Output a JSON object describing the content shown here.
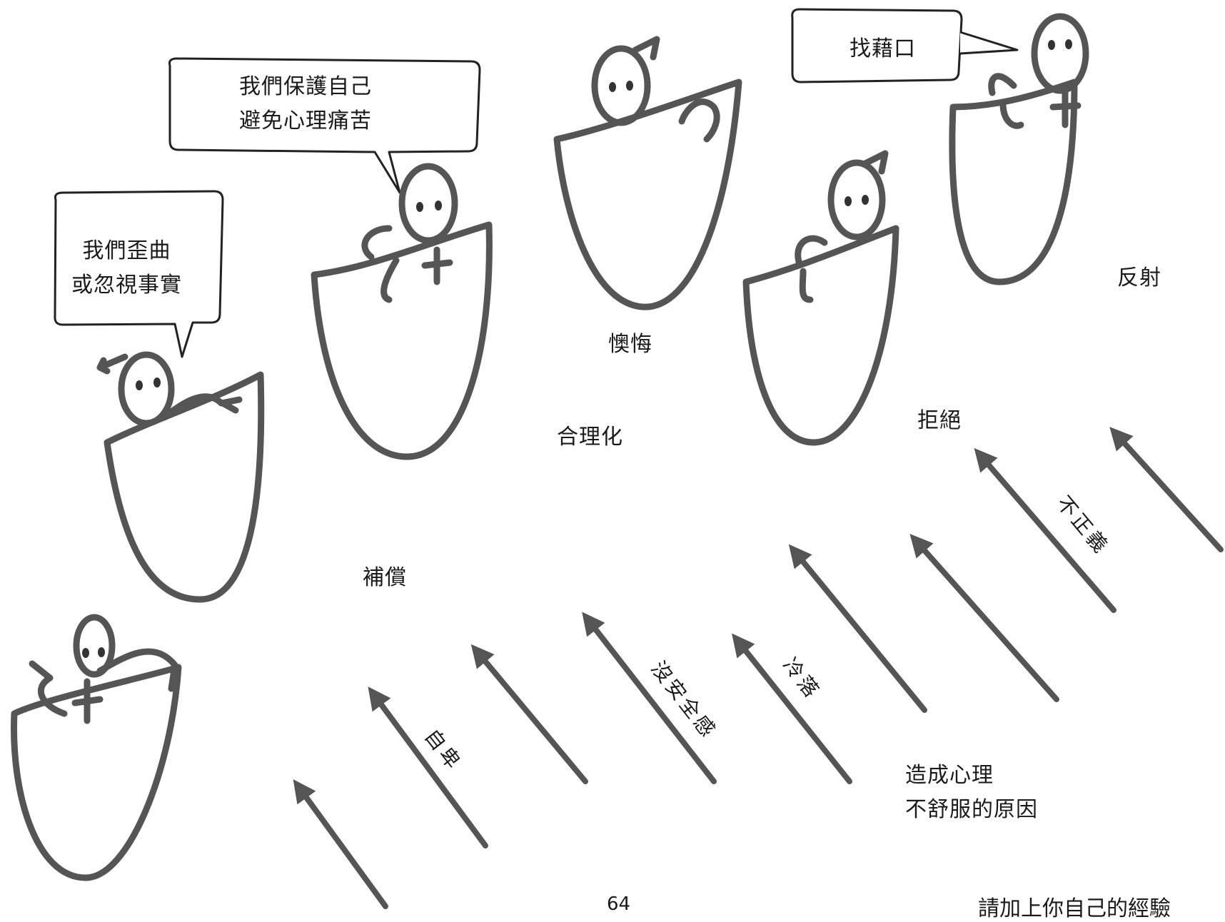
{
  "bubbles": {
    "distort": [
      "我們歪曲",
      "或忽視事實"
    ],
    "protect": [
      "我們保護自己",
      "避免心理痛苦"
    ],
    "excuse": "找藉口"
  },
  "labels": {
    "compensation": "補償",
    "rationalization": "合理化",
    "regret": "懊悔",
    "denial": "拒絕",
    "projection": "反射",
    "causes_line1": "造成心理",
    "causes_line2": "不舒服的原因"
  },
  "arrow_labels": {
    "inferiority": "自卑",
    "insecurity": "沒安全感",
    "coldness": "冷落",
    "injustice": "不正義"
  },
  "footer": {
    "page_number": "64",
    "instruction": "請加上你自己的經驗"
  },
  "colors": {
    "stroke": "#555555",
    "text": "#1a1a1a",
    "background": "#ffffff"
  }
}
